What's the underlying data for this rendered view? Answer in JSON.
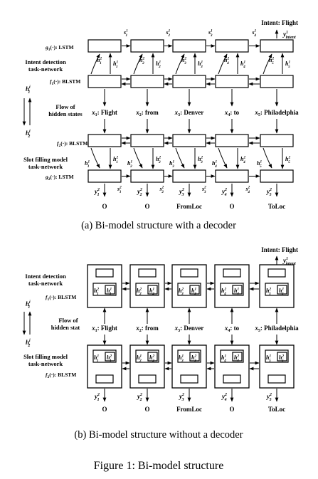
{
  "panel_a": {
    "intent_label": "Intent: Flight",
    "y_intent": {
      "base": "y",
      "sup": "1",
      "sub": "intent"
    },
    "g1_label": "g",
    "g1_sub": "1",
    "g1_rest": "(·): LSTM",
    "intent_task_line1": "Intent detection",
    "intent_task_line2": "task-network",
    "f1_label": "f",
    "f1_sub": "1",
    "f1_rest": "(·): BLSTM",
    "h_i": {
      "base": "h",
      "sup": "i",
      "sub": "1"
    },
    "h_2": {
      "base": "h",
      "sup": "i",
      "sub": "2"
    },
    "flow_line1": "Flow of",
    "flow_line2": "hidden states",
    "f2_label": "f",
    "f2_sub": "2",
    "f2_rest": "(·): BLSTM",
    "slot_task_line1": "Slot filling model",
    "slot_task_line2": "task-network",
    "g2_label": "g",
    "g2_sub": "2",
    "g2_rest": "(·): LSTM",
    "words": [
      {
        "x": "x",
        "sub": "1",
        "word": ": Flight"
      },
      {
        "x": "x",
        "sub": "2",
        "word": ": from"
      },
      {
        "x": "x",
        "sub": "3",
        "word": ": Denver"
      },
      {
        "x": "x",
        "sub": "4",
        "word": ": to"
      },
      {
        "x": "x",
        "sub": "5",
        "word": ": Philadelphia"
      }
    ],
    "s_top": [
      {
        "base": "s",
        "sup": "1",
        "sub": "1"
      },
      {
        "base": "s",
        "sup": "1",
        "sub": "2"
      },
      {
        "base": "s",
        "sup": "1",
        "sub": "3"
      },
      {
        "base": "s",
        "sup": "1",
        "sub": "4"
      }
    ],
    "h_top": [
      {
        "base": "h",
        "sup": "2",
        "sub": "1"
      },
      {
        "base": "h",
        "sup": "1",
        "sub": "1"
      },
      {
        "base": "h",
        "sup": "2",
        "sub": "2"
      },
      {
        "base": "h",
        "sup": "1",
        "sub": "2"
      },
      {
        "base": "h",
        "sup": "2",
        "sub": "3"
      },
      {
        "base": "h",
        "sup": "1",
        "sub": "3"
      },
      {
        "base": "h",
        "sup": "2",
        "sub": "4"
      },
      {
        "base": "h",
        "sup": "1",
        "sub": "4"
      },
      {
        "base": "h",
        "sup": "2",
        "sub": "5"
      },
      {
        "base": "h",
        "sup": "1",
        "sub": "5"
      }
    ],
    "h_bottom": [
      {
        "base": "h",
        "sup": "1",
        "sub": "1"
      },
      {
        "base": "h",
        "sup": "2",
        "sub": "1"
      },
      {
        "base": "h",
        "sup": "1",
        "sub": "2"
      },
      {
        "base": "h",
        "sup": "2",
        "sub": "2"
      },
      {
        "base": "h",
        "sup": "1",
        "sub": "3"
      },
      {
        "base": "h",
        "sup": "2",
        "sub": "3"
      },
      {
        "base": "h",
        "sup": "1",
        "sub": "4"
      },
      {
        "base": "h",
        "sup": "2",
        "sub": "4"
      },
      {
        "base": "h",
        "sup": "1",
        "sub": "5"
      },
      {
        "base": "h",
        "sup": "2",
        "sub": "5"
      }
    ],
    "y_slots": [
      {
        "base": "y",
        "sup": "2",
        "sub": "1"
      },
      {
        "base": "y",
        "sup": "2",
        "sub": "2"
      },
      {
        "base": "y",
        "sup": "2",
        "sub": "3"
      },
      {
        "base": "y",
        "sup": "2",
        "sub": "4"
      },
      {
        "base": "y",
        "sup": "2",
        "sub": "5"
      }
    ],
    "s_bottom": [
      {
        "base": "s",
        "sup": "2",
        "sub": "1"
      },
      {
        "base": "s",
        "sup": "2",
        "sub": "2"
      },
      {
        "base": "s",
        "sup": "2",
        "sub": "3"
      },
      {
        "base": "s",
        "sup": "2",
        "sub": "4"
      }
    ],
    "tags": [
      "O",
      "O",
      "FromLoc",
      "O",
      "ToLoc"
    ],
    "caption": "(a) Bi-model structure with a decoder"
  },
  "panel_b": {
    "intent_label": "Intent: Flight",
    "y_intent": {
      "base": "y",
      "sup": "1",
      "sub": "intent"
    },
    "intent_task_line1": "Intent detection",
    "intent_task_line2": "task-network",
    "f1_label": "f",
    "f1_sub": "1",
    "f1_rest": "(·): BLSTM",
    "h_i": {
      "base": "h",
      "sup": "i",
      "sub": "1"
    },
    "h_2": {
      "base": "h",
      "sup": "i",
      "sub": "2"
    },
    "flow_line1": "Flow of",
    "flow_line2": "hidden stat",
    "slot_task_line1": "Slot filling model",
    "slot_task_line2": "task-network",
    "f2_label": "f",
    "f2_sub": "2",
    "f2_rest": "(·): BLSTM",
    "words": [
      {
        "x": "x",
        "sub": "1",
        "word": ": Flight"
      },
      {
        "x": "x",
        "sub": "2",
        "word": ": from"
      },
      {
        "x": "x",
        "sub": "3",
        "word": ": Denver"
      },
      {
        "x": "x",
        "sub": "4",
        "word": ": to"
      },
      {
        "x": "x",
        "sub": "5",
        "word": ": Philadelphia"
      }
    ],
    "top_pairs": [
      [
        {
          "base": "h",
          "sup": "2",
          "sub": "1"
        },
        {
          "base": "h",
          "sup": "1",
          "sub": "1"
        }
      ],
      [
        {
          "base": "h",
          "sup": "2",
          "sub": "2"
        },
        {
          "base": "h",
          "sup": "1",
          "sub": "2"
        }
      ],
      [
        {
          "base": "h",
          "sup": "2",
          "sub": "3"
        },
        {
          "base": "h",
          "sup": "1",
          "sub": "3"
        }
      ],
      [
        {
          "base": "h",
          "sup": "2",
          "sub": "4"
        },
        {
          "base": "h",
          "sup": "1",
          "sub": "4"
        }
      ],
      [
        {
          "base": "h",
          "sup": "2",
          "sub": "5"
        },
        {
          "base": "h",
          "sup": "1",
          "sub": "5"
        }
      ]
    ],
    "bottom_pairs": [
      [
        {
          "base": "h",
          "sup": "1",
          "sub": "1"
        },
        {
          "base": "h",
          "sup": "2",
          "sub": "1"
        }
      ],
      [
        {
          "base": "h",
          "sup": "1",
          "sub": "2"
        },
        {
          "base": "h",
          "sup": "2",
          "sub": "2"
        }
      ],
      [
        {
          "base": "h",
          "sup": "1",
          "sub": "3"
        },
        {
          "base": "h",
          "sup": "2",
          "sub": "3"
        }
      ],
      [
        {
          "base": "h",
          "sup": "1",
          "sub": "4"
        },
        {
          "base": "h",
          "sup": "2",
          "sub": "4"
        }
      ],
      [
        {
          "base": "h",
          "sup": "1",
          "sub": "5"
        },
        {
          "base": "h",
          "sup": "2",
          "sub": "5"
        }
      ]
    ],
    "y_slots": [
      {
        "base": "y",
        "sup": "2",
        "sub": "1"
      },
      {
        "base": "y",
        "sup": "2",
        "sub": "2"
      },
      {
        "base": "y",
        "sup": "2",
        "sub": "3"
      },
      {
        "base": "y",
        "sup": "2",
        "sub": "4"
      },
      {
        "base": "y",
        "sup": "2",
        "sub": "5"
      }
    ],
    "tags": [
      "O",
      "O",
      "FromLoc",
      "O",
      "ToLoc"
    ],
    "caption": "(b) Bi-model structure without a decoder"
  },
  "figure_caption": "Figure 1: Bi-model structure"
}
